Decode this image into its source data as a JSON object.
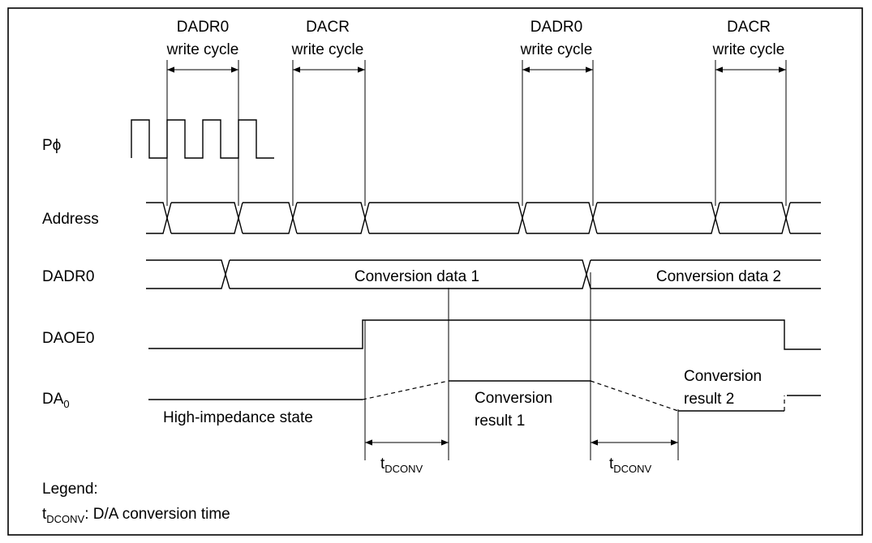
{
  "cycles": {
    "dadr0_first": {
      "line1": "DADR0",
      "line2": "write cycle"
    },
    "dacr_first": {
      "line1": "DACR",
      "line2": "write cycle"
    },
    "dadr0_second": {
      "line1": "DADR0",
      "line2": "write cycle"
    },
    "dacr_second": {
      "line1": "DACR",
      "line2": "write cycle"
    }
  },
  "signals": {
    "clock": "Pϕ",
    "address": "Address",
    "dadr0": "DADR0",
    "daoe0": "DAOE0",
    "da_main": "DA",
    "da_sub": "0"
  },
  "values": {
    "conversion_data_1": "Conversion data 1",
    "conversion_data_2": "Conversion data 2",
    "high_impedance": "High-impedance state",
    "result1_line1": "Conversion",
    "result1_line2": "result 1",
    "result2_line1": "Conversion",
    "result2_line2": "result 2"
  },
  "timing": {
    "t_main": "t",
    "t_sub": "DCONV"
  },
  "legend": {
    "title": "Legend:",
    "t_main": "t",
    "t_sub": "DCONV",
    "description": ":  D/A conversion time"
  }
}
